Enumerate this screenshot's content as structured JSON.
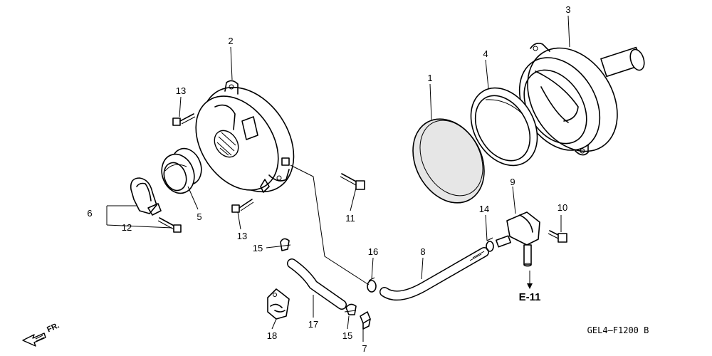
{
  "callouts": {
    "c1": "1",
    "c2": "2",
    "c3": "3",
    "c4": "4",
    "c5": "5",
    "c6": "6",
    "c7": "7",
    "c8": "8",
    "c9": "9",
    "c10": "10",
    "c11": "11",
    "c12": "12",
    "c13a": "13",
    "c13b": "13",
    "c14": "14",
    "c15a": "15",
    "c15b": "15",
    "c16": "16",
    "c17": "17",
    "c18": "18"
  },
  "reference": "E-11",
  "diagram_code": "GEL4–F1200 B",
  "direction": "FR.",
  "icons": {
    "direction": "front-direction-arrow-icon"
  }
}
